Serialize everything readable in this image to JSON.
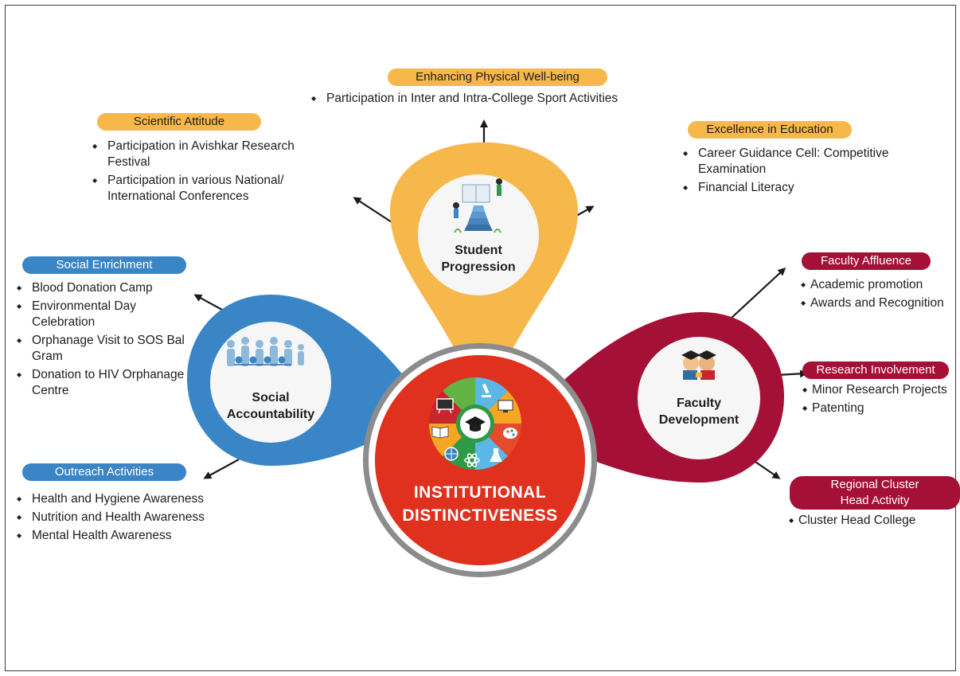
{
  "colors": {
    "orange": "#f7b84b",
    "blue": "#3a85c6",
    "crimson": "#a51036",
    "center_red": "#e0301e",
    "ring_grey": "#8c8c8c"
  },
  "center": {
    "line1": "INSTITUTIONAL",
    "line2": "DISTINCTIVENESS",
    "icons": [
      "microscope-icon",
      "computer-icon",
      "paint-palette-icon",
      "flask-icon",
      "atom-icon",
      "globe-icon",
      "book-icon",
      "chalkboard-icon",
      "graduation-cap-icon"
    ]
  },
  "hubs": {
    "student": {
      "line1": "Student",
      "line2": "Progression",
      "icon": "stairs-reading-icon"
    },
    "social": {
      "line1": "Social",
      "line2": "Accountability",
      "icon": "community-icon"
    },
    "faculty": {
      "line1": "Faculty",
      "line2": "Development",
      "icon": "faculty-graduates-icon"
    }
  },
  "sections": {
    "physical": {
      "title": "Enhancing Physical Well-being",
      "items": [
        "Participation in Inter and Intra-College Sport Activities"
      ]
    },
    "scientific": {
      "title": "Scientific Attitude",
      "items": [
        "Participation in Avishkar Research Festival",
        "Participation in various National/ International Conferences"
      ]
    },
    "excellence": {
      "title": "Excellence in Education",
      "items": [
        "Career Guidance Cell: Competitive Examination",
        "Financial Literacy"
      ]
    },
    "social_enrichment": {
      "title": "Social Enrichment",
      "items": [
        "Blood Donation Camp",
        "Environmental Day Celebration",
        "Orphanage Visit to SOS Bal Gram",
        "Donation to HIV Orphanage Centre"
      ]
    },
    "outreach": {
      "title": "Outreach Activities",
      "items": [
        "Health and Hygiene Awareness",
        "Nutrition and Health Awareness",
        "Mental Health Awareness"
      ]
    },
    "faculty_affluence": {
      "title": "Faculty Affluence",
      "items": [
        "Academic promotion",
        "Awards and Recognition"
      ]
    },
    "research": {
      "title": "Research Involvement",
      "items": [
        "Minor Research Projects",
        "Patenting"
      ]
    },
    "regional": {
      "title_line1": "Regional Cluster",
      "title_line2": "Head Activity",
      "items": [
        "Cluster Head College"
      ]
    }
  }
}
